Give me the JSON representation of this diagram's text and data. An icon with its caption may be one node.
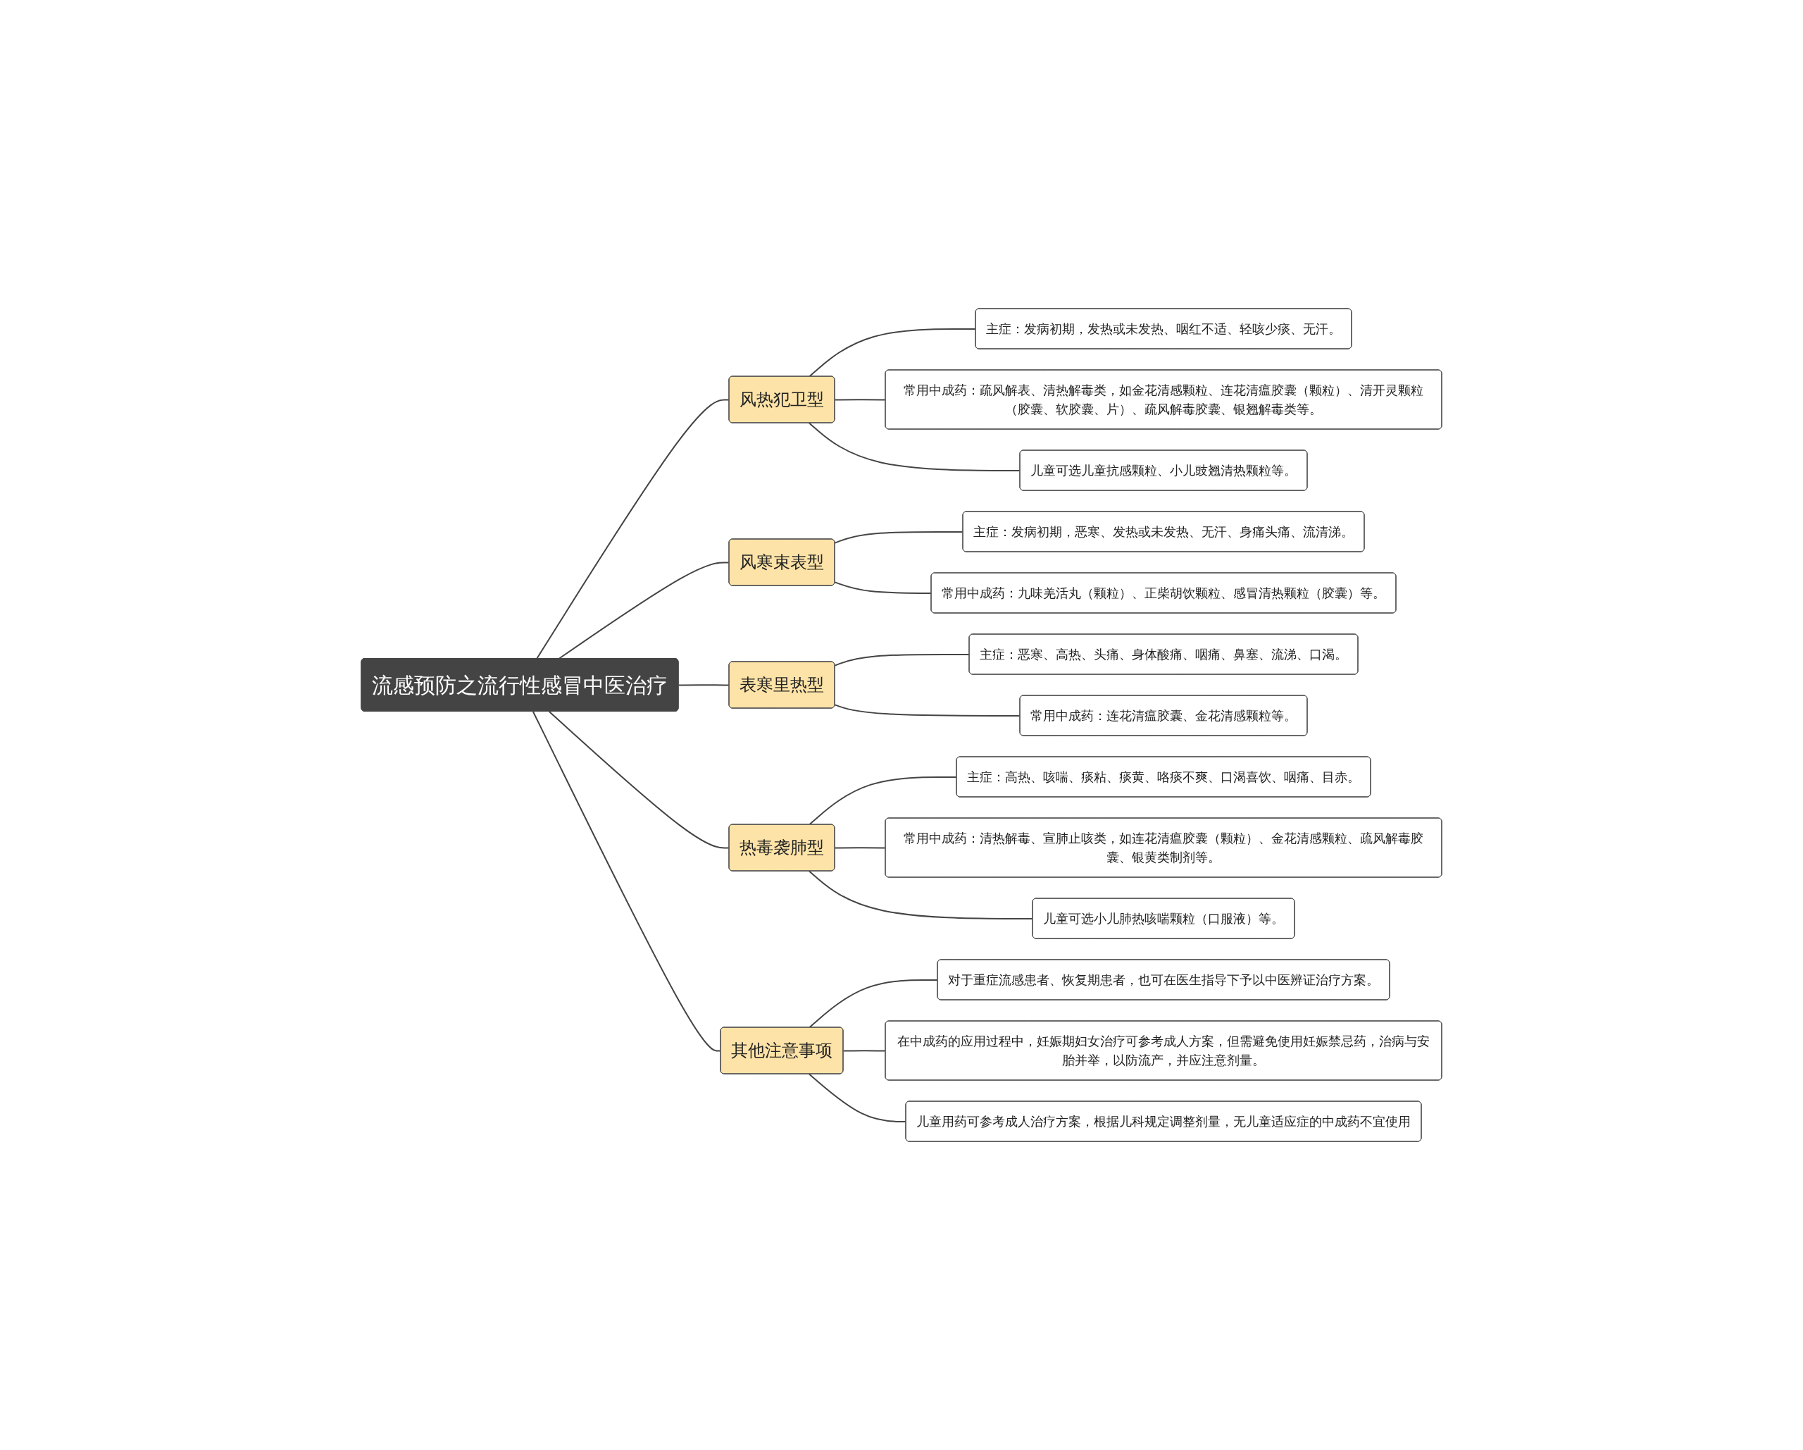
{
  "diagram": {
    "nodes": [
      {
        "text": [
          "流感预防之流行性感冒中医治疗"
        ]
      },
      {
        "text": [
          "风热犯卫型"
        ]
      },
      {
        "text": [
          "主症：发病初期，发热或未发热、咽红不适、轻咳少痰、无汗。"
        ]
      },
      {
        "text": [
          "常用中成药：疏风解表、清热解毒类，如金花清感颗粒、连花清瘟胶囊（颗粒）、清开灵颗粒（胶囊、软胶囊、片）、疏风解毒胶囊、银翘解毒类等。"
        ]
      },
      {
        "text": [
          "儿童可选儿童抗感颗粒、小儿豉翘清热颗粒等。"
        ]
      },
      {
        "text": [
          "风寒束表型"
        ]
      },
      {
        "text": [
          "主症：发病初期，恶寒、发热或未发热、无汗、身痛头痛、流清涕。"
        ]
      },
      {
        "text": [
          "常用中成药：九味羌活丸（颗粒）、正柴胡饮颗粒、感冒清热颗粒（胶囊）等。"
        ]
      },
      {
        "text": [
          "表寒里热型"
        ]
      },
      {
        "text": [
          "主症：恶寒、高热、头痛、身体酸痛、咽痛、鼻塞、流涕、口渴。"
        ]
      },
      {
        "text": [
          "常用中成药：连花清瘟胶囊、金花清感颗粒等。"
        ]
      },
      {
        "text": [
          "热毒袭肺型"
        ]
      },
      {
        "text": [
          "主症：高热、咳喘、痰粘、痰黄、咯痰不爽、口渴喜饮、咽痛、目赤。"
        ]
      },
      {
        "text": [
          "常用中成药：清热解毒、宣肺止咳类，如连花清瘟胶囊（颗粒）、金花清感颗粒、疏风解毒胶囊、银黄类制剂等。"
        ]
      },
      {
        "text": [
          "儿童可选小儿肺热咳喘颗粒（口服液）等。"
        ]
      },
      {
        "text": [
          "其他注意事项"
        ]
      },
      {
        "text": [
          "对于重症流感患者、恢复期患者，也可在医生指导下予以中医辨证治疗方案。"
        ]
      },
      {
        "text": [
          "在中成药的应用过程中，妊娠期妇女治疗可参考成人方案，但需避免使用妊娠禁忌药，治病与安胎并举，以防流产，并应注意剂量。"
        ]
      },
      {
        "text": [
          "儿童用药可参考成人治疗方案，根据儿科规定调整剂量，无儿童适应症的中成药不宜使用"
        ]
      }
    ],
    "edges": [
      {
        "from": 0,
        "to": 1,
        "arrow": "none"
      },
      {
        "from": 1,
        "to": 2,
        "arrow": "none"
      },
      {
        "from": 1,
        "to": 3,
        "arrow": "none"
      },
      {
        "from": 1,
        "to": 4,
        "arrow": "none"
      },
      {
        "from": 0,
        "to": 5,
        "arrow": "none"
      },
      {
        "from": 5,
        "to": 6,
        "arrow": "none"
      },
      {
        "from": 5,
        "to": 7,
        "arrow": "none"
      },
      {
        "from": 0,
        "to": 8,
        "arrow": "none"
      },
      {
        "from": 8,
        "to": 9,
        "arrow": "none"
      },
      {
        "from": 8,
        "to": 10,
        "arrow": "none"
      },
      {
        "from": 0,
        "to": 11,
        "arrow": "none"
      },
      {
        "from": 11,
        "to": 12,
        "arrow": "none"
      },
      {
        "from": 11,
        "to": 13,
        "arrow": "none"
      },
      {
        "from": 11,
        "to": 14,
        "arrow": "none"
      },
      {
        "from": 0,
        "to": 15,
        "arrow": "none"
      },
      {
        "from": 15,
        "to": 16,
        "arrow": "none"
      },
      {
        "from": 15,
        "to": 17,
        "arrow": "none"
      },
      {
        "from": 15,
        "to": 18,
        "arrow": "none"
      }
    ]
  }
}
